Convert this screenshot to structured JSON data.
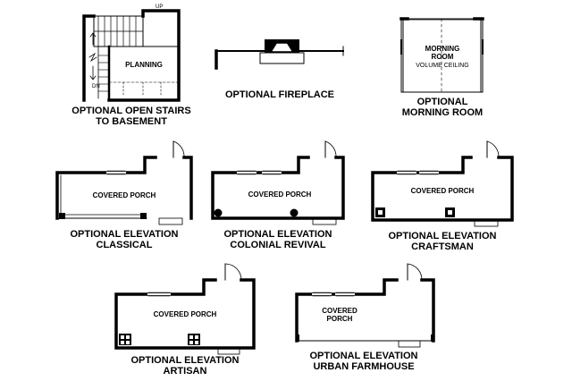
{
  "options": [
    {
      "id": "stairs",
      "caption": [
        "OPTIONAL OPEN STAIRS",
        "TO BASEMENT"
      ],
      "rooms": [
        "PLANNING"
      ],
      "marks": {
        "up": "UP",
        "down": "DN"
      }
    },
    {
      "id": "fireplace",
      "caption": [
        "OPTIONAL FIREPLACE"
      ]
    },
    {
      "id": "morning",
      "caption": [
        "OPTIONAL",
        "MORNING ROOM"
      ],
      "rooms": [
        "MORNING",
        "ROOM"
      ],
      "note": "VOLUME CEILING"
    },
    {
      "id": "classical",
      "caption": [
        "OPTIONAL ELEVATION",
        "CLASSICAL"
      ],
      "rooms": [
        "COVERED PORCH"
      ]
    },
    {
      "id": "colonial",
      "caption": [
        "OPTIONAL ELEVATION",
        "COLONIAL REVIVAL"
      ],
      "rooms": [
        "COVERED PORCH"
      ]
    },
    {
      "id": "craftsman",
      "caption": [
        "OPTIONAL ELEVATION",
        "CRAFTSMAN"
      ],
      "rooms": [
        "COVERED PORCH"
      ]
    },
    {
      "id": "artisan",
      "caption": [
        "OPTIONAL ELEVATION",
        "ARTISAN"
      ],
      "rooms": [
        "COVERED PORCH"
      ]
    },
    {
      "id": "farmhouse",
      "caption": [
        "OPTIONAL ELEVATION",
        "URBAN FARMHOUSE"
      ],
      "rooms": [
        "COVERED",
        "PORCH"
      ]
    }
  ]
}
